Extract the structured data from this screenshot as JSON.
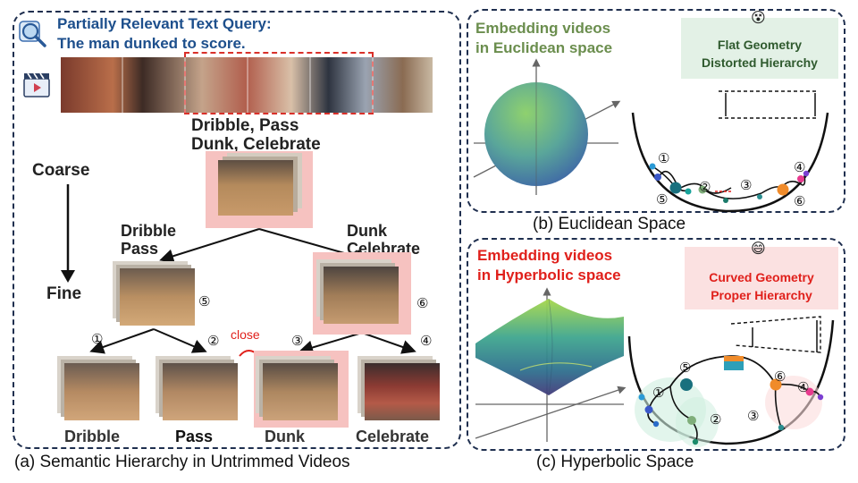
{
  "panel_a": {
    "query_line1": "Partially Relevant Text Query:",
    "query_line2": "The man dunked to score.",
    "root_label_line1": "Dribble, Pass",
    "root_label_line2": "Dunk, Celebrate",
    "coarse": "Coarse",
    "fine": "Fine",
    "left_node_line1": "Dribble",
    "left_node_line2": "Pass",
    "right_node_line1": "Dunk",
    "right_node_line2": "Celebrate",
    "close_label": "close",
    "leaves": [
      "Dribble",
      "Pass",
      "Dunk",
      "Celebrate"
    ],
    "caption": "(a) Semantic Hierarchy in Untrimmed Videos"
  },
  "circled_numbers": [
    "①",
    "②",
    "③",
    "④",
    "⑤",
    "⑥"
  ],
  "panel_b": {
    "title_line1": "Embedding videos",
    "title_line2": "in Euclidean space",
    "box_line1": "Flat Geometry",
    "box_line2": "Distorted Hierarchy",
    "caption": "(b) Euclidean Space",
    "emoji": "😵"
  },
  "panel_c": {
    "title_line1": "Embedding videos",
    "title_line2": "in Hyperbolic  space",
    "box_line1": "Curved Geometry",
    "box_line2": "Proper Hierarchy",
    "caption": "(c) Hyperbolic Space",
    "emoji": "😄"
  },
  "colors": {
    "panel_border": "#1f2f4f",
    "query_text": "#1d4f8c",
    "hyperbolic_red": "#e0201b",
    "euclid_green": "#6b8e4e",
    "node_pink": "#f6c2c0",
    "box_green": "#e3f1e6",
    "box_pink": "#fbe1e1"
  }
}
